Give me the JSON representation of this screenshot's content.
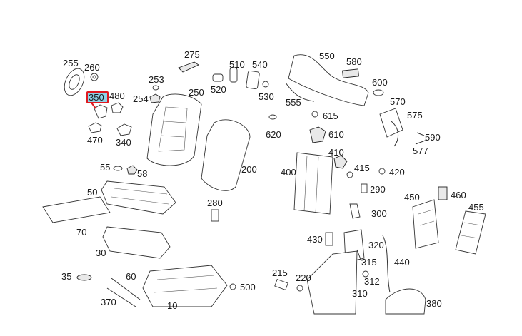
{
  "diagram": {
    "highlight_color": "#e0191f",
    "highlight_fill": "#8fd3e8",
    "selected_part": "350",
    "labels": {
      "255": "255",
      "260": "260",
      "275": "275",
      "510": "510",
      "540": "540",
      "550": "550",
      "580": "580",
      "253": "253",
      "350": "350",
      "480": "480",
      "254": "254",
      "250": "250",
      "520": "520",
      "530": "530",
      "600": "600",
      "555": "555",
      "570": "570",
      "615": "615",
      "575": "575",
      "620": "620",
      "470": "470",
      "340": "340",
      "610": "610",
      "590": "590",
      "577": "577",
      "410": "410",
      "55": "55",
      "58": "58",
      "200": "200",
      "415": "415",
      "420": "420",
      "400": "400",
      "50": "50",
      "290": "290",
      "460": "460",
      "450": "450",
      "280": "280",
      "455": "455",
      "300": "300",
      "70": "70",
      "430": "430",
      "320": "320",
      "30": "30",
      "315": "315",
      "440": "440",
      "35": "35",
      "60": "60",
      "215": "215",
      "220": "220",
      "312": "312",
      "500": "500",
      "310": "310",
      "370": "370",
      "380": "380",
      "10": "10"
    }
  }
}
